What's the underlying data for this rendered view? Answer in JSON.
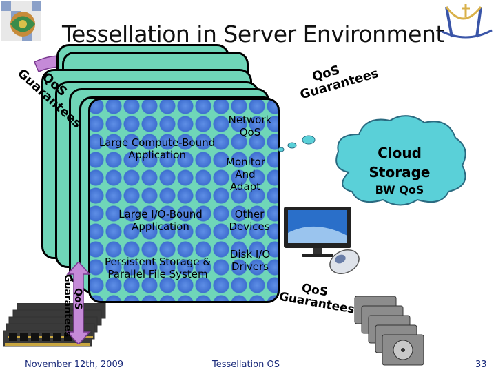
{
  "slide": {
    "title": "Tessellation in Server Environment",
    "footer_date": "November 12th, 2009",
    "footer_center": "Tessellation OS",
    "page_number": "33"
  },
  "stack_labels": {
    "large_compute_bound": "Large Compute-Bound Application",
    "large_io_bound": "Large I/O-Bound Application",
    "persistent_storage": "Persistent Storage & Parallel File System",
    "network_qos": "Network QoS",
    "monitor_adapt": "Monitor And Adapt",
    "other_devices": "Other Devices",
    "disk_io_drivers": "Disk I/O Drivers"
  },
  "cloud": {
    "line1": "Cloud",
    "line2": "Storage",
    "line3": "BW QoS"
  },
  "qos_labels": {
    "top_left_line1": "QoS",
    "top_left_line2": "Guarantees",
    "top_right_line1": "QoS",
    "top_right_line2": "Guarantees",
    "bottom_right_line1": "QoS",
    "bottom_right_line2": "Guarantees",
    "vertical_line1": "QoS",
    "vertical_line2": "Guarantees"
  },
  "colors": {
    "partition_fill": "#6fd6b8",
    "cell_blue": "#3f6fd0",
    "cloud_fill": "#5ad0d8",
    "arrow_fill": "#c58ad8",
    "footer_text": "#1a2a7a"
  },
  "icons": [
    "logo-left-icon",
    "logo-right-icon",
    "monitor-icon",
    "mouse-icon",
    "hard-drive-icon",
    "memory-module-icon",
    "cloud-icon"
  ]
}
